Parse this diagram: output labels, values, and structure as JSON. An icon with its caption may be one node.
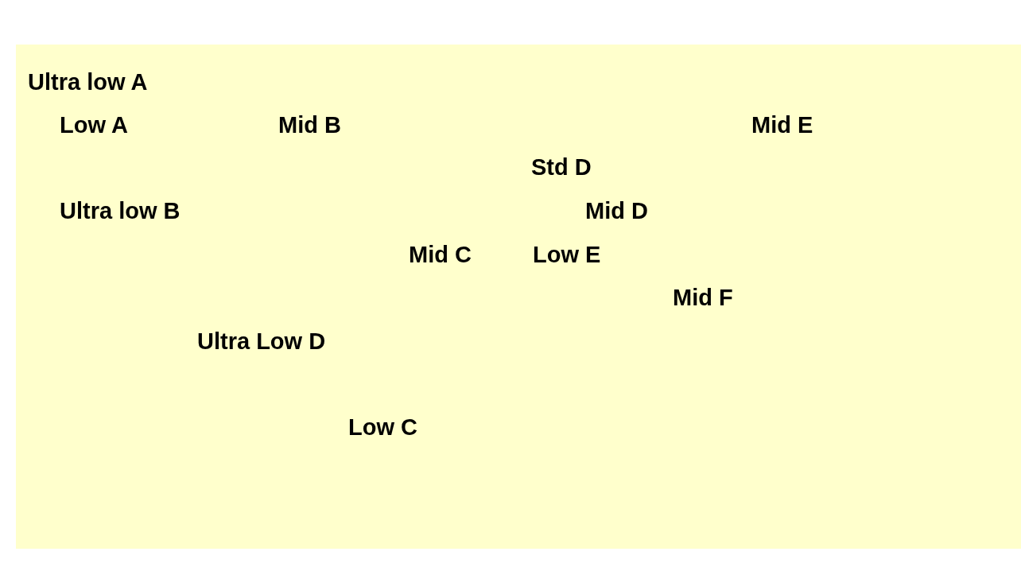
{
  "diagram": {
    "labels": [
      "Ultra low A",
      "Low A",
      "Mid B",
      "Mid E",
      "Std D",
      "Ultra low B",
      "Mid D",
      "Mid C",
      "Low E",
      "Mid F",
      "Ultra Low D",
      "Low C"
    ]
  }
}
